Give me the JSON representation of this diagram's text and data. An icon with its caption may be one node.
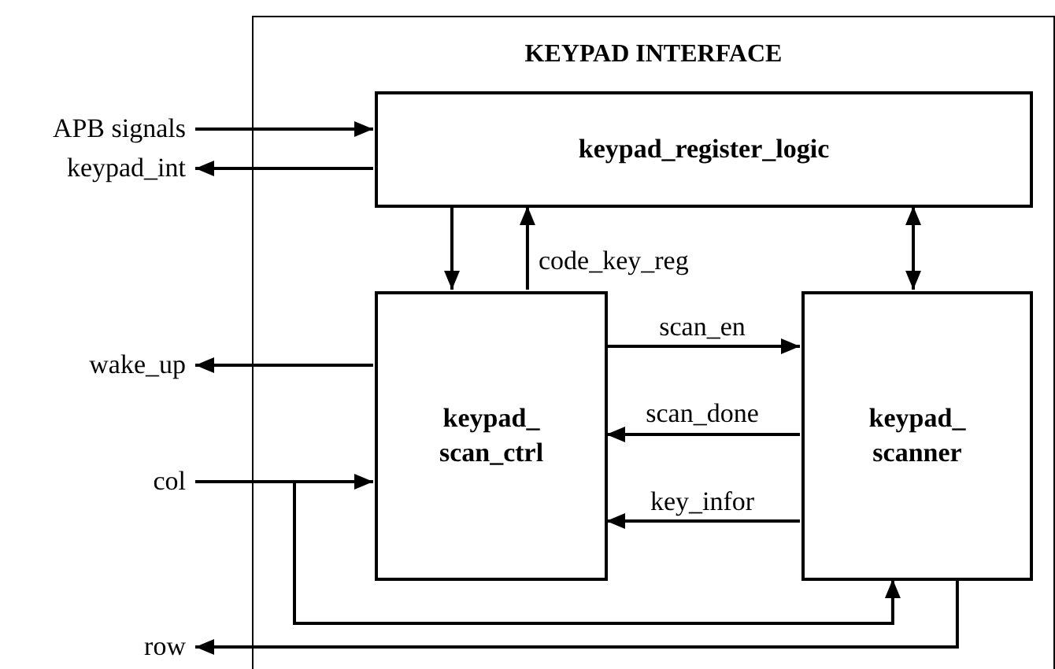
{
  "diagram": {
    "nodes": [
      {
        "text": [
          "KEYPAD INTERFACE"
        ]
      },
      {
        "text": [
          "keypad_register_logic"
        ],
        "in": 0
      },
      {
        "text": [
          "keypad_ scan_ctrl"
        ],
        "in": 0
      },
      {
        "text": [
          "keypad_ scanner"
        ],
        "in": 0
      },
      {
        "text": [
          "APB signals"
        ]
      },
      {
        "text": [
          "keypad_int"
        ]
      },
      {
        "text": [
          "wake_up"
        ]
      },
      {
        "text": [
          "col"
        ]
      },
      {
        "text": [
          "row"
        ]
      }
    ],
    "edges": [
      {
        "from": 4,
        "to": 1,
        "arrow": "to"
      },
      {
        "from": 1,
        "to": 5,
        "arrow": "to"
      },
      {
        "from": 1,
        "to": 2,
        "arrow": "to"
      },
      {
        "from": 2,
        "to": 1,
        "arrow": "to",
        "label": "code_key_reg"
      },
      {
        "from": 1,
        "to": 3,
        "arrow": "both"
      },
      {
        "from": 2,
        "to": 3,
        "arrow": "to",
        "label": "scan_en"
      },
      {
        "from": 3,
        "to": 2,
        "arrow": "to",
        "label": "scan_done"
      },
      {
        "from": 3,
        "to": 2,
        "arrow": "to",
        "label": "key_infor"
      },
      {
        "from": 2,
        "to": 6,
        "arrow": "to"
      },
      {
        "from": 7,
        "to": 2,
        "arrow": "to"
      },
      {
        "from": 7,
        "to": 3,
        "arrow": "to"
      },
      {
        "from": 3,
        "to": 8,
        "arrow": "to"
      }
    ]
  }
}
